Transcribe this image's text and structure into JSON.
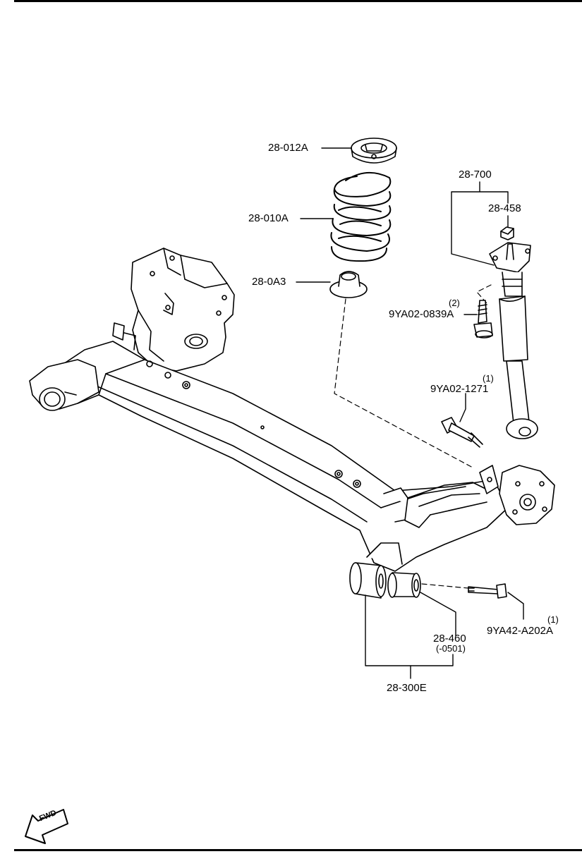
{
  "parts": {
    "spring_seat_upper": "28-012A",
    "coil_spring": "28-010A",
    "spring_seat_lower": "28-0A3",
    "shock_assembly": "28-700",
    "shock_nut": "28-458",
    "shock_bolt_upper_qty": "(2)",
    "shock_bolt_upper": "9YA02-0839A",
    "shock_bolt_lower_qty": "(1)",
    "shock_bolt_lower": "9YA02-1271",
    "bushing": "28-460",
    "bushing_note": "(-0501)",
    "pivot_bolt_qty": "(1)",
    "pivot_bolt": "9YA42-A202A",
    "axle_beam": "28-300E"
  },
  "fwd_label": "FWD",
  "colors": {
    "ink": "#000000",
    "paper": "#ffffff"
  }
}
